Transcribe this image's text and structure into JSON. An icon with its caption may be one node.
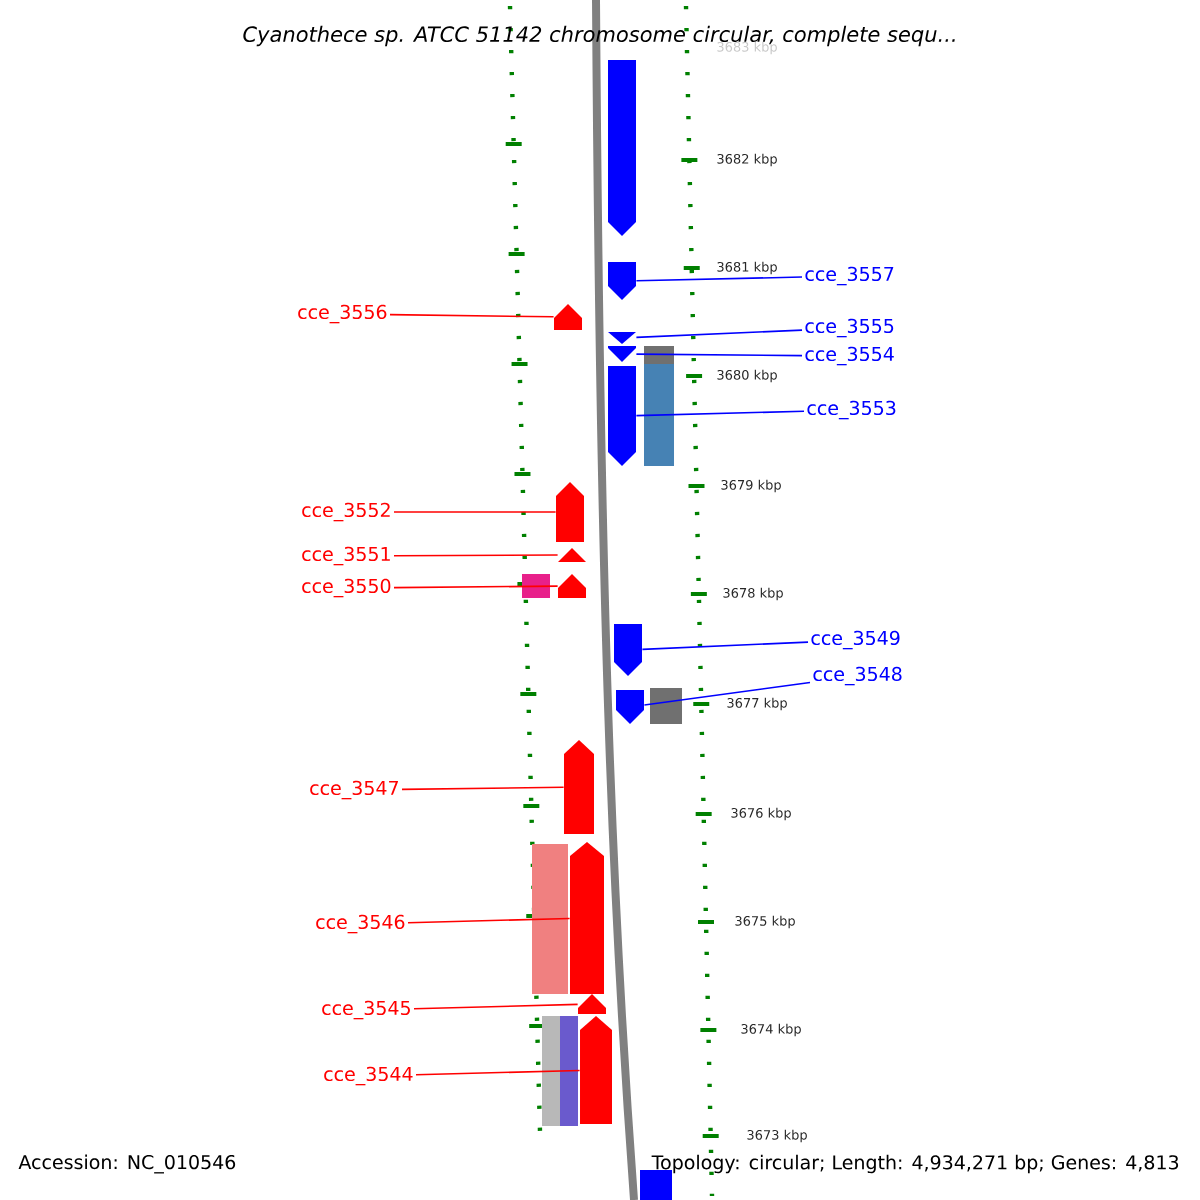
{
  "diagram": {
    "title": "Cyanothece sp. ATCC 51142 chromosome circular, complete sequ...",
    "nodes": [
      {
        "text": [
          "cce_3557"
        ]
      },
      {
        "text": [],
        "shape": "arrow"
      },
      {
        "text": [
          "cce_3556"
        ]
      },
      {
        "text": [],
        "shape": "arrow"
      },
      {
        "text": [
          "cce_3555"
        ]
      },
      {
        "text": [],
        "shape": "arrow"
      },
      {
        "text": [
          "cce_3554"
        ]
      },
      {
        "text": [],
        "shape": "arrow"
      },
      {
        "text": [
          "cce_3553"
        ]
      },
      {
        "text": [],
        "shape": "arrow"
      },
      {
        "text": [
          "cce_3552"
        ]
      },
      {
        "text": [],
        "shape": "arrow"
      },
      {
        "text": [
          "cce_3551"
        ]
      },
      {
        "text": [],
        "shape": "arrow"
      },
      {
        "text": [
          "cce_3550"
        ]
      },
      {
        "text": [],
        "shape": "arrow"
      },
      {
        "text": [
          "cce_3549"
        ]
      },
      {
        "text": [],
        "shape": "arrow"
      },
      {
        "text": [
          "cce_3548"
        ]
      },
      {
        "text": [],
        "shape": "arrow"
      },
      {
        "text": [
          "cce_3547"
        ]
      },
      {
        "text": [],
        "shape": "arrow"
      },
      {
        "text": [
          "cce_3546"
        ]
      },
      {
        "text": [],
        "shape": "arrow"
      },
      {
        "text": [
          "cce_3545"
        ]
      },
      {
        "text": [],
        "shape": "arrow"
      },
      {
        "text": [
          "cce_3544"
        ]
      },
      {
        "text": [],
        "shape": "arrow"
      },
      {
        "text": [],
        "shape": "arrow"
      },
      {
        "text": [],
        "shape": "box"
      },
      {
        "text": [],
        "shape": "box"
      },
      {
        "text": [],
        "shape": "box"
      },
      {
        "text": [],
        "shape": "box"
      },
      {
        "text": [],
        "shape": "box"
      },
      {
        "text": [],
        "shape": "box"
      },
      {
        "text": [],
        "shape": "box"
      },
      {
        "text": [],
        "shape": "box"
      }
    ],
    "edges": [
      {
        "from": 0,
        "to": 1,
        "arrow": "none",
        "color": "#0000ff"
      },
      {
        "from": 2,
        "to": 3,
        "arrow": "none",
        "color": "#ff0000"
      },
      {
        "from": 4,
        "to": 5,
        "arrow": "none",
        "color": "#0000ff"
      },
      {
        "from": 6,
        "to": 7,
        "arrow": "none",
        "color": "#0000ff"
      },
      {
        "from": 8,
        "to": 9,
        "arrow": "none",
        "color": "#0000ff"
      },
      {
        "from": 10,
        "to": 11,
        "arrow": "none",
        "color": "#ff0000"
      },
      {
        "from": 12,
        "to": 13,
        "arrow": "none",
        "color": "#ff0000"
      },
      {
        "from": 14,
        "to": 15,
        "arrow": "none",
        "color": "#ff0000"
      },
      {
        "from": 16,
        "to": 17,
        "arrow": "none",
        "color": "#0000ff"
      },
      {
        "from": 18,
        "to": 19,
        "arrow": "none",
        "color": "#0000ff"
      },
      {
        "from": 20,
        "to": 21,
        "arrow": "none",
        "color": "#ff0000"
      },
      {
        "from": 22,
        "to": 23,
        "arrow": "none",
        "color": "#ff0000"
      },
      {
        "from": 24,
        "to": 25,
        "arrow": "none",
        "color": "#ff0000"
      },
      {
        "from": 26,
        "to": 27,
        "arrow": "none",
        "color": "#ff0000"
      }
    ],
    "labels": [
      "3683 kbp",
      "3682 kbp",
      "3681 kbp",
      "3680 kbp",
      "3679 kbp",
      "3678 kbp",
      "3677 kbp",
      "3676 kbp",
      "3675 kbp",
      "3674 kbp",
      "3673 kbp",
      "Accession: NC_010546",
      "Topology: circular; Length: 4,934,271 bp; Genes: 4,813"
    ]
  }
}
